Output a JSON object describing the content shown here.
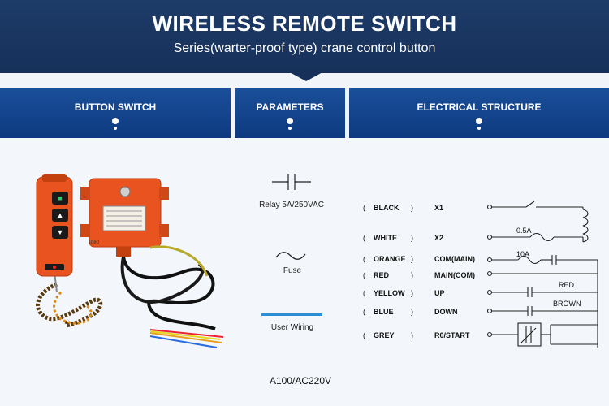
{
  "header": {
    "title": "WIRELESS REMOTE  SWITCH",
    "subtitle": "Series(warter-proof type) crane control button"
  },
  "tabs": [
    {
      "label": "BUTTON SWITCH"
    },
    {
      "label": "PARAMETERS"
    },
    {
      "label": "ELECTRICAL STRUCTURE"
    }
  ],
  "parameters": {
    "relay_label": "Relay 5A/250VAC",
    "fuse_label": "Fuse",
    "user_wiring_label": "User Wiring",
    "model": "A100/AC220V"
  },
  "device": {
    "button_up": "▲",
    "button_down": "▼",
    "button_power": "■",
    "receiver_brand": "UNIQ"
  },
  "wiring": [
    {
      "color": "BLACK",
      "signal": "X1"
    },
    {
      "color": "WHITE",
      "signal": "X2"
    },
    {
      "color": "ORANGE",
      "signal": "COM(MAIN)"
    },
    {
      "color": "RED",
      "signal": "MAIN(COM)"
    },
    {
      "color": "YELLOW",
      "signal": "UP"
    },
    {
      "color": "BLUE",
      "signal": "DOWN"
    },
    {
      "color": "GREY",
      "signal": "R0/START"
    }
  ],
  "diagram_labels": {
    "fuse_small": "0.5A",
    "fuse_large": "10A",
    "red": "RED",
    "brown": "BROWN"
  },
  "colors": {
    "banner": "#1d3c68",
    "tab": "#0e3a7f",
    "device_orange": "#e8531f",
    "accent_line": "#2a8fd6"
  }
}
